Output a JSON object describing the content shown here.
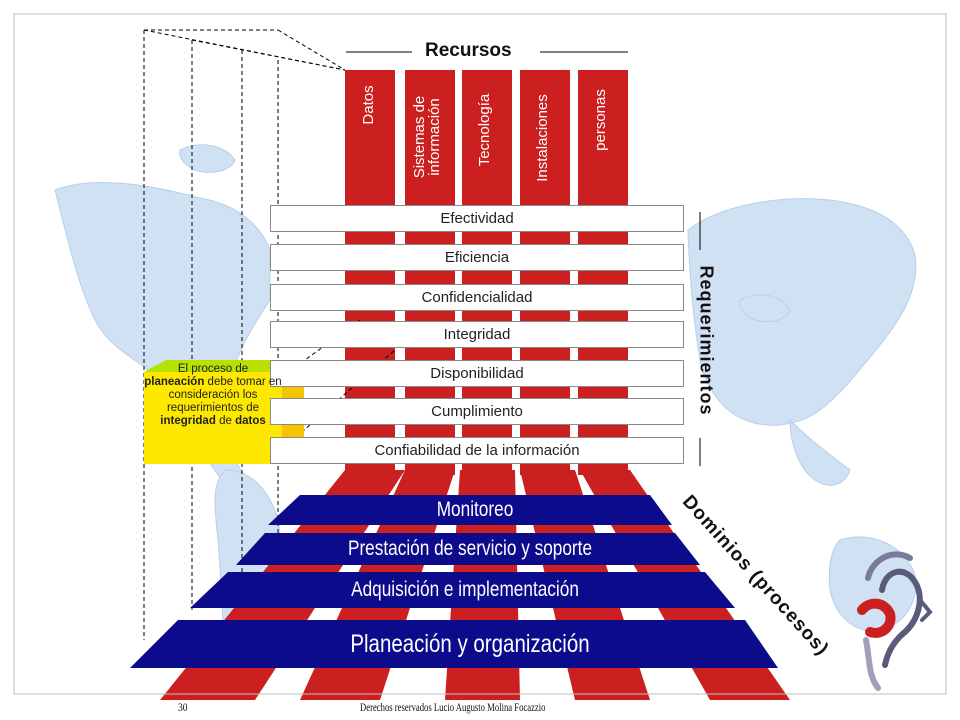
{
  "title_resources": "Recursos",
  "resources": [
    "Datos",
    "Sistemas de información",
    "Tecnología",
    "Instalaciones",
    "personas"
  ],
  "requirements_title": "Requerimientos",
  "requirements": [
    "Efectividad",
    "Eficiencia",
    "Confidencialidad",
    "Integridad",
    "Disponibilidad",
    "Cumplimiento",
    "Confiabilidad de la información"
  ],
  "domains_title": "Dominios (procesos)",
  "domains": [
    "Monitoreo",
    "Prestación de servicio y soporte",
    "Adquisición e implementación",
    "Planeación y organización"
  ],
  "callout": {
    "part1": "El proceso de",
    "bold1": "planeación",
    "part2": "debe tomar en consideración los requerimientos de",
    "bold2": "integridad",
    "part3": "de",
    "bold3": "datos"
  },
  "footer": {
    "page_number": "30",
    "rights": "Derechos reservados Lucio Augusto Molina Focazzio"
  },
  "colors": {
    "red": "#cc1f1f",
    "dark_red": "#9e1212",
    "navy": "#0b0b8c",
    "map_blue": "#cfe1f3",
    "callout_yellow": "#ffe800",
    "callout_side": "#f5c400",
    "callout_top": "#b8e000"
  }
}
